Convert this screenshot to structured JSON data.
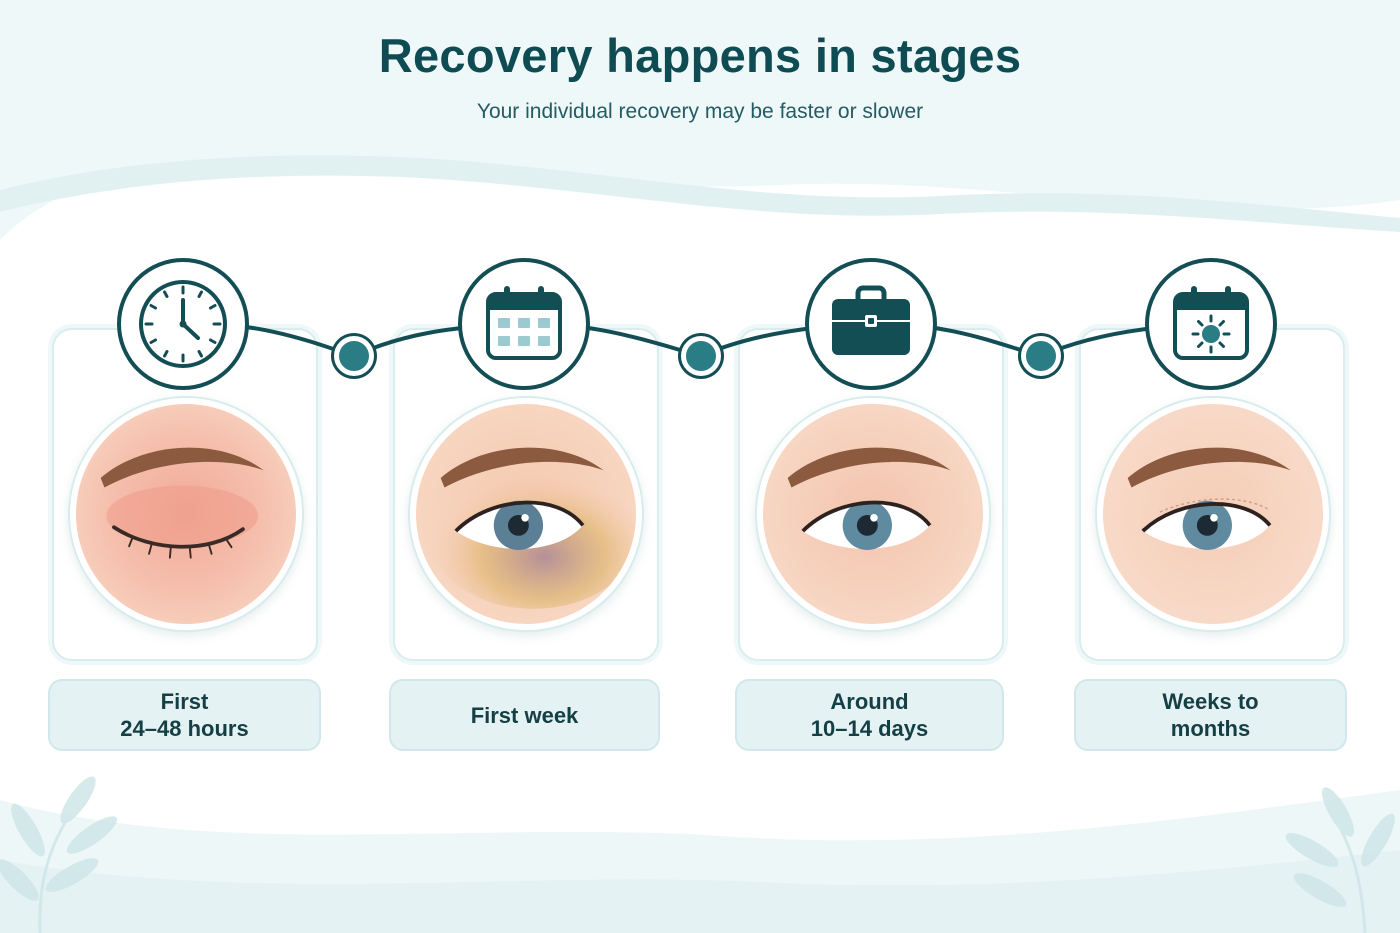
{
  "header": {
    "title": "Recovery happens in stages",
    "subtitle": "Your individual recovery may be faster or slower"
  },
  "colors": {
    "primary": "#134e55",
    "accent": "#2a7c85",
    "card_border": "#d9ecee",
    "label_bg": "#e5f2f3"
  },
  "stages": [
    {
      "label": "First\n24–48 hours",
      "icon": "clock-icon",
      "eye_state": "closed-swollen"
    },
    {
      "label": "First week",
      "icon": "calendar-icon",
      "eye_state": "open-bruised"
    },
    {
      "label": "Around\n10–14 days",
      "icon": "briefcase-icon",
      "eye_state": "open-healing"
    },
    {
      "label": "Weeks to\nmonths",
      "icon": "calendar-sun-icon",
      "eye_state": "open-healed"
    }
  ]
}
